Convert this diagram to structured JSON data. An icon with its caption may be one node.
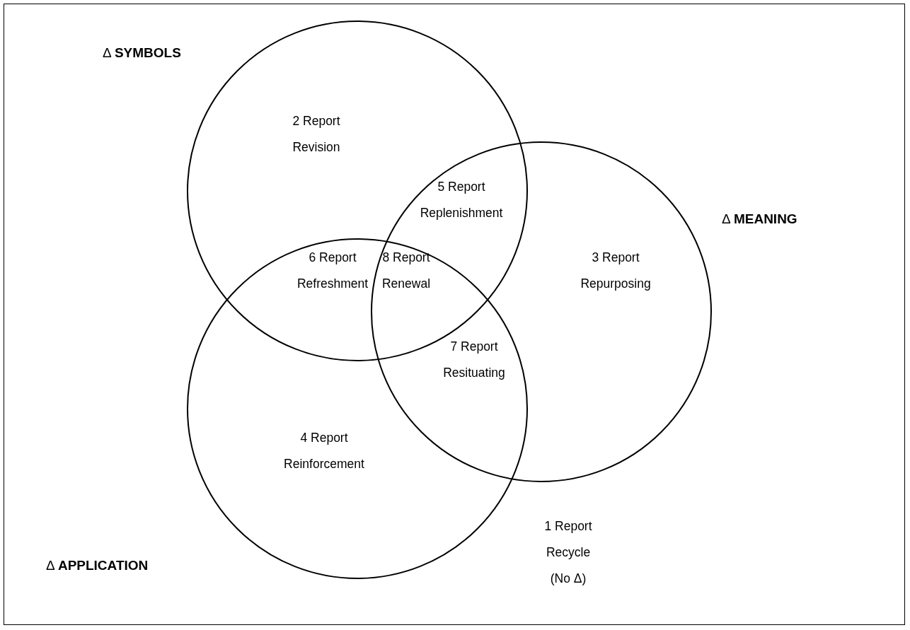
{
  "diagram": {
    "nodes": [
      {
        "text": [
          "Δ **SYMBOLS**"
        ]
      },
      {
        "text": [
          "Δ **MEANING**"
        ]
      },
      {
        "text": [
          "Δ **APPLICATION**"
        ]
      }
    ],
    "labels": [
      "2 Report Revision",
      "5 Report Replenishment",
      "6 Report Refreshment",
      "8 Report Renewal",
      "3 Report Repurposing",
      "7 Report Resituating",
      "4 Report Reinforcement",
      "1 Report Recycle (No Δ)"
    ]
  }
}
